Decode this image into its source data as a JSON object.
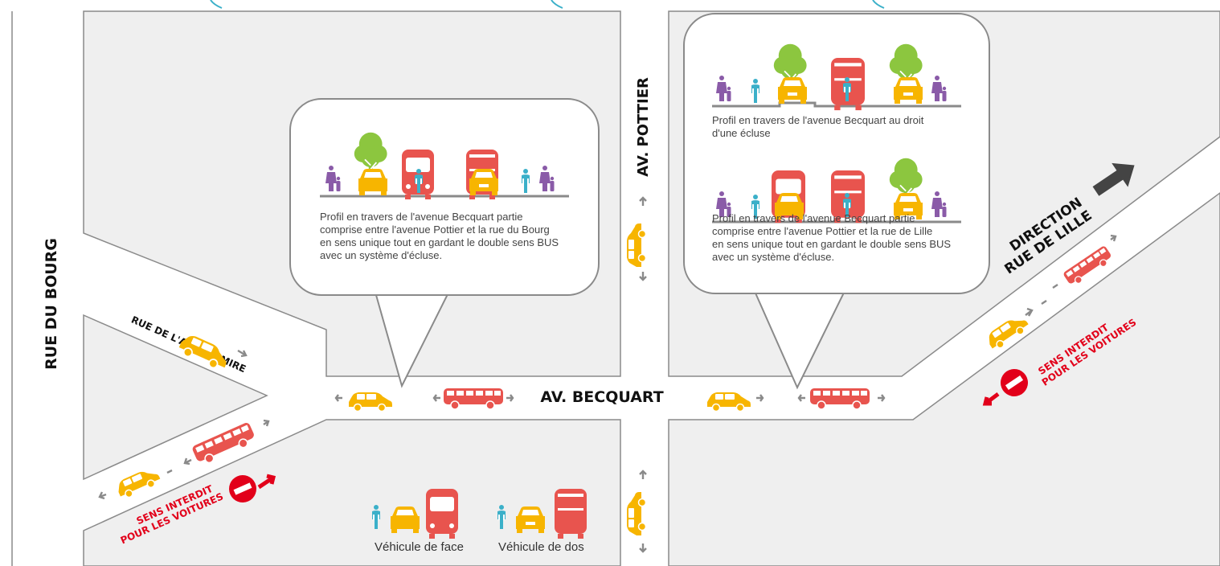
{
  "streets": {
    "rue_du_bourg": "RUE DU BOURG",
    "av_pottier": "AV. POTTIER",
    "av_becquart": "AV. BECQUART",
    "rue_abbe_lemire": "RUE DE L'ABBÉ LEMIRE"
  },
  "direction": {
    "line1": "DIRECTION",
    "line2": "RUE DE LILLE"
  },
  "signs": {
    "no_entry_line1": "SENS INTERDIT",
    "no_entry_line2": "POUR LES VOITURES"
  },
  "bubbles": {
    "left_profile": "Profil en travers de l'avenue Becquart partie\ncomprise entre l'avenue Pottier et la rue du Bourg\nen sens unique tout en gardant le double sens BUS\navec un système d'écluse.",
    "right_lock_profile": "Profil en travers de l'avenue Becquart au droit\nd'une écluse",
    "right_profile": "Profil en travers de l'avenue Becquart partie\ncomprise entre l'avenue Pottier et la rue de Lille\nen sens unique tout en gardant le double sens BUS\navec un système d'écluse."
  },
  "legend": {
    "face": "Véhicule de face",
    "back": "Véhicule de dos"
  },
  "colors": {
    "car": "#f7b500",
    "bus": "#e8544e",
    "cyclist": "#3bb0c9",
    "pedestrian": "#8a5ba8",
    "tree": "#8cc63f",
    "ground": "#efefef",
    "road": "#ffffff",
    "no_entry": "#e2001a",
    "arrow": "#8a8a8a"
  },
  "icons": [
    "car-icon",
    "bus-icon",
    "cyclist-icon",
    "pedestrian-icon",
    "tree-icon",
    "no-entry-icon",
    "direction-arrow-icon"
  ]
}
